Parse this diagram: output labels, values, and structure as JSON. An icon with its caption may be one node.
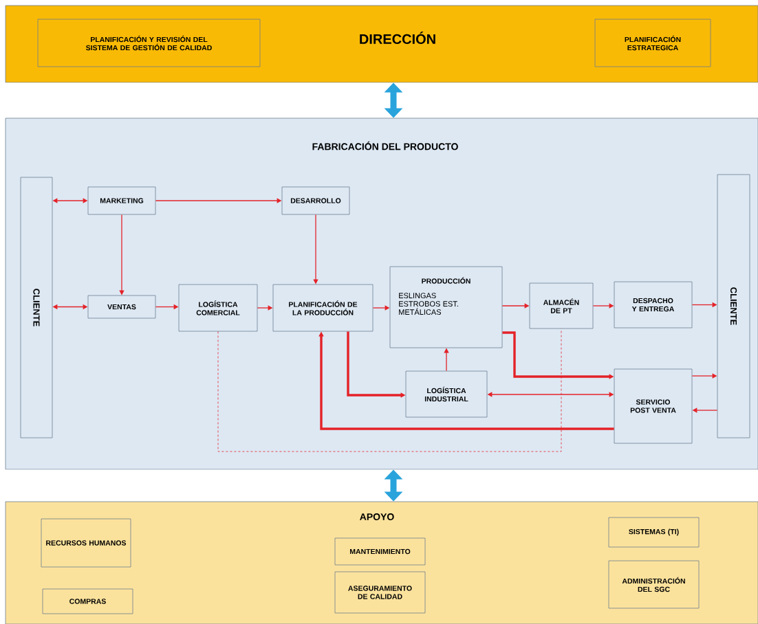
{
  "diagram": {
    "nodes": [
      {
        "text": [
          "DIRECCIÓN"
        ]
      },
      {
        "text": [
          "PLANIFICACIÓN Y REVISIÓN DEL SISTEMA DE GESTIÓN DE CALIDAD"
        ],
        "in": 0
      },
      {
        "text": [
          "PLANIFICACIÓN ESTRATEGICA"
        ],
        "in": 0
      },
      {
        "text": [
          "FABRICACIÓN DEL PRODUCTO"
        ]
      },
      {
        "text": [
          "CLIENTE"
        ],
        "in": 3
      },
      {
        "text": [
          "MARKETING"
        ],
        "in": 3
      },
      {
        "text": [
          "DESARROLLO"
        ],
        "in": 3
      },
      {
        "text": [
          "VENTAS"
        ],
        "in": 3
      },
      {
        "text": [
          "LOGÍSTICA COMERCIAL"
        ],
        "in": 3
      },
      {
        "text": [
          "PLANIFICACIÓN DE LA PRODUCCIÓN"
        ],
        "in": 3
      },
      {
        "text": [
          "PRODUCCIÓN",
          "ESLINGAS ESTROBOS EST. METÁLICAS"
        ],
        "in": 3
      },
      {
        "text": [
          "ALMACÉN DE PT"
        ],
        "in": 3
      },
      {
        "text": [
          "DESPACHO Y ENTREGA"
        ],
        "in": 3
      },
      {
        "text": [
          "LOGÍSTICA INDUSTRIAL"
        ],
        "in": 3
      },
      {
        "text": [
          "SERVICIO POST VENTA"
        ],
        "in": 3
      },
      {
        "text": [
          "CLIENTE"
        ],
        "in": 3
      },
      {
        "text": [
          "APOYO"
        ]
      },
      {
        "text": [
          "RECURSOS HUMANOS"
        ],
        "in": 16
      },
      {
        "text": [
          "COMPRAS"
        ],
        "in": 16
      },
      {
        "text": [
          "MANTENIMIENTO"
        ],
        "in": 16
      },
      {
        "text": [
          "ASEGURAMIENTO DE CALIDAD"
        ],
        "in": 16
      },
      {
        "text": [
          "SISTEMAS (TI)"
        ],
        "in": 16
      },
      {
        "text": [
          "ADMINISTRACIÓN DEL SGC"
        ],
        "in": 16
      }
    ],
    "edges": [
      {
        "from": 4,
        "to": 5,
        "arrow": "both"
      },
      {
        "from": 5,
        "to": 6,
        "arrow": "to"
      },
      {
        "from": 5,
        "to": 7,
        "arrow": "to"
      },
      {
        "from": 6,
        "to": 9,
        "arrow": "to"
      },
      {
        "from": 4,
        "to": 7,
        "arrow": "both"
      },
      {
        "from": 7,
        "to": 8,
        "arrow": "to"
      },
      {
        "from": 8,
        "to": 9,
        "arrow": "to"
      },
      {
        "from": 9,
        "to": 10,
        "arrow": "to"
      },
      {
        "from": 10,
        "to": 11,
        "arrow": "to"
      },
      {
        "from": 11,
        "to": 12,
        "arrow": "to"
      },
      {
        "from": 12,
        "to": 15,
        "arrow": "to"
      },
      {
        "from": 10,
        "to": 14,
        "arrow": "to",
        "style": "thick"
      },
      {
        "from": 9,
        "to": 13,
        "arrow": "to",
        "style": "thick"
      },
      {
        "from": 13,
        "to": 14,
        "arrow": "both"
      },
      {
        "from": 13,
        "to": 10,
        "arrow": "to"
      },
      {
        "from": 14,
        "to": 15,
        "arrow": "to"
      },
      {
        "from": 15,
        "to": 14,
        "arrow": "to"
      },
      {
        "from": 14,
        "to": 9,
        "arrow": "to",
        "style": "thick"
      },
      {
        "from": 8,
        "to": 11,
        "arrow": "none",
        "style": "dashed"
      },
      {
        "from": 0,
        "to": 3,
        "arrow": "both",
        "style": "thick",
        "color": "#29a3dc"
      },
      {
        "from": 3,
        "to": 16,
        "arrow": "both",
        "style": "thick",
        "color": "#29a3dc"
      }
    ]
  }
}
